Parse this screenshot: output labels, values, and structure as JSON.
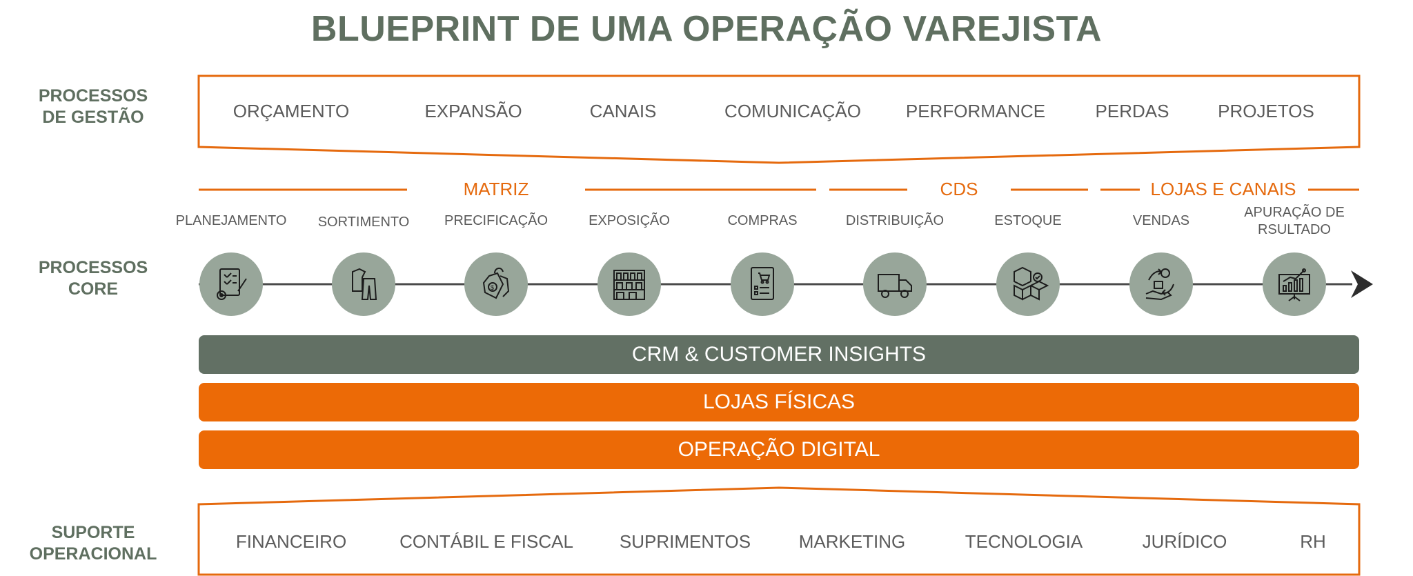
{
  "title": "BLUEPRINT DE UMA OPERAÇÃO VAREJISTA",
  "rows": {
    "gestao": [
      "PROCESSOS",
      "DE GESTÃO"
    ],
    "core": [
      "PROCESSOS",
      "CORE"
    ],
    "suporte": [
      "SUPORTE",
      "OPERACIONAL"
    ]
  },
  "gestao_items": [
    "ORÇAMENTO",
    "EXPANSÃO",
    "CANAIS",
    "COMUNICAÇÃO",
    "PERFORMANCE",
    "PERDAS",
    "PROJETOS"
  ],
  "sections": [
    "MATRIZ",
    "CDS",
    "LOJAS E CANAIS"
  ],
  "core_steps": [
    {
      "label": "PLANEJAMENTO",
      "icon": "planning-document-gear-icon"
    },
    {
      "label": "SORTIMENTO",
      "icon": "clothing-assortment-icon"
    },
    {
      "label": "PRECIFICAÇÃO",
      "icon": "price-tag-icon"
    },
    {
      "label": "EXPOSIÇÃO",
      "icon": "store-shelf-icon"
    },
    {
      "label": "COMPRAS",
      "icon": "purchase-order-cart-icon"
    },
    {
      "label": "DISTRIBUIÇÃO",
      "icon": "delivery-truck-icon"
    },
    {
      "label": "ESTOQUE",
      "icon": "stacked-boxes-icon"
    },
    {
      "label": "VENDAS",
      "icon": "sales-exchange-icon"
    },
    {
      "label": "APURAÇÃO DE RSULTADO",
      "icon": "results-chart-presentation-icon"
    }
  ],
  "bars": [
    "CRM & CUSTOMER INSIGHTS",
    "LOJAS FÍSICAS",
    "OPERAÇÃO DIGITAL"
  ],
  "suporte_items": [
    "FINANCEIRO",
    "CONTÁBIL E FISCAL",
    "SUPRIMENTOS",
    "MARKETING",
    "TECNOLOGIA",
    "JURÍDICO",
    "RH"
  ],
  "colors": {
    "accent": "#ec6a06",
    "dark": "#627064",
    "circle": "#98a69a",
    "text": "#5b5b5b"
  }
}
